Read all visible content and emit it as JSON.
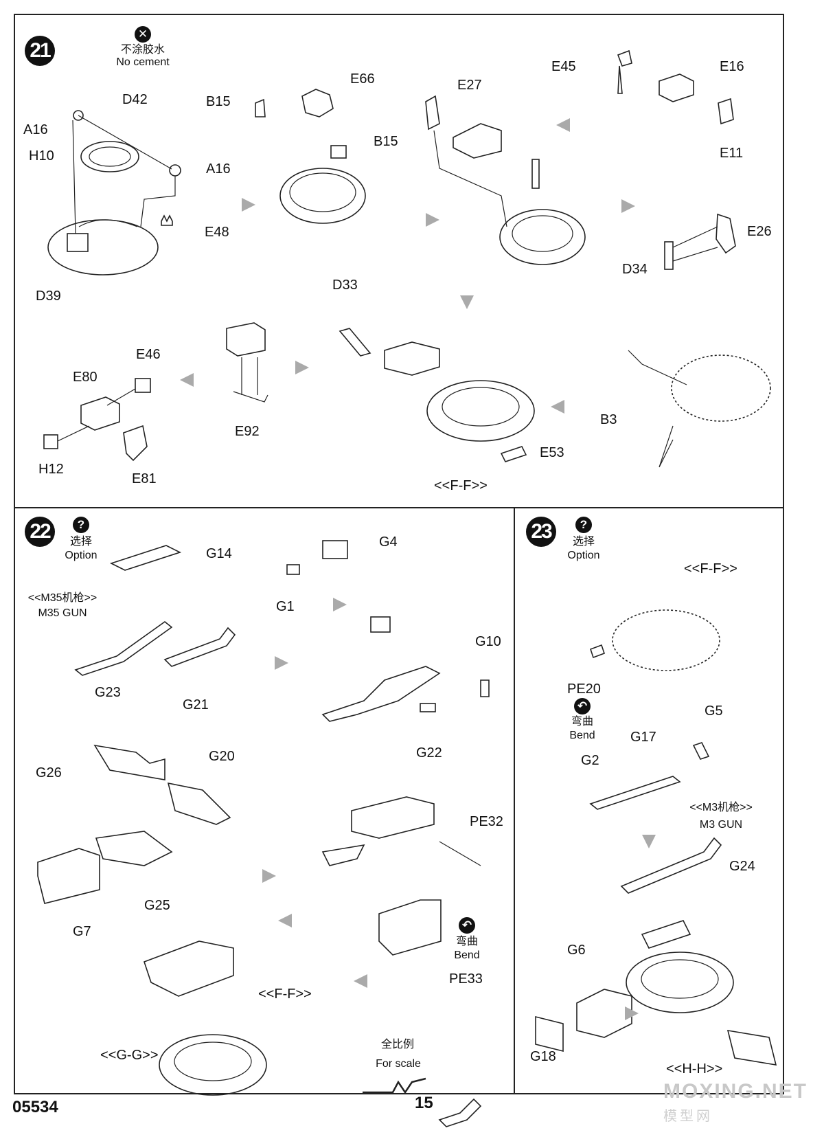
{
  "page": {
    "catalog_number": "05534",
    "page_number": "15",
    "watermark": {
      "site": "MOXING.NET",
      "cn": "模型网"
    }
  },
  "icons": {
    "no_cement": "no-cement-icon",
    "option": "question-icon",
    "bend": "bend-icon"
  },
  "step21": {
    "number": "21",
    "no_cement_cn": "不涂胶水",
    "no_cement_en": "No cement",
    "parts": {
      "a16a": "A16",
      "a16b": "A16",
      "d42": "D42",
      "h10": "H10",
      "e48": "E48",
      "d39": "D39",
      "b15a": "B15",
      "b15b": "B15",
      "e66": "E66",
      "d33": "D33",
      "e27": "E27",
      "e45": "E45",
      "e16": "E16",
      "e11": "E11",
      "e26": "E26",
      "d34": "D34",
      "e46": "E46",
      "e80": "E80",
      "h12": "H12",
      "e81": "E81",
      "e92": "E92",
      "e53": "E53",
      "b3": "B3"
    },
    "view": "<<F-F>>"
  },
  "step22": {
    "number": "22",
    "option_cn": "选择",
    "option_en": "Option",
    "gun_cn": "<<M35机枪>>",
    "gun_en": "M35 GUN",
    "parts": {
      "g14": "G14",
      "g4": "G4",
      "g1": "G1",
      "g23": "G23",
      "g21": "G21",
      "g10": "G10",
      "g22": "G22",
      "g26": "G26",
      "g20": "G20",
      "g25": "G25",
      "g7": "G7",
      "pe32": "PE32",
      "pe33": "PE33"
    },
    "bend_cn": "弯曲",
    "bend_en": "Bend",
    "scale_cn": "全比例",
    "scale_en": "For scale",
    "view_ff": "<<F-F>>",
    "view_gg": "<<G-G>>"
  },
  "step23": {
    "number": "23",
    "option_cn": "选择",
    "option_en": "Option",
    "view_ff": "<<F-F>>",
    "parts": {
      "pe20": "PE20",
      "g5": "G5",
      "g17": "G17",
      "g2": "G2",
      "g24": "G24",
      "g6": "G6",
      "g18": "G18"
    },
    "bend_cn": "弯曲",
    "bend_en": "Bend",
    "gun_cn": "<<M3机枪>>",
    "gun_en": "M3 GUN",
    "view_hh": "<<H-H>>"
  }
}
